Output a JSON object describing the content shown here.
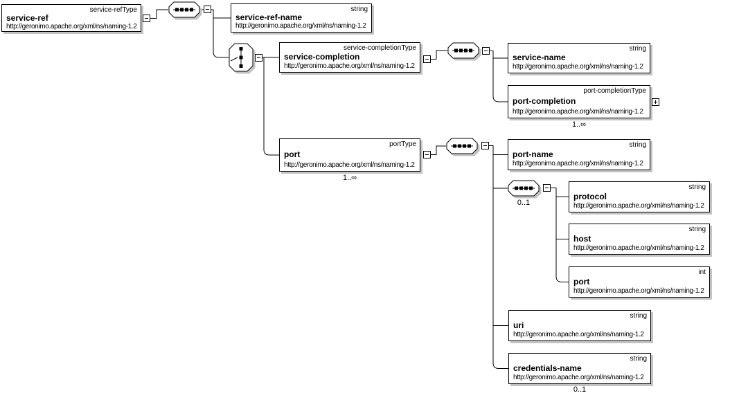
{
  "nodes": {
    "service_ref": {
      "name": "service-ref",
      "type": "service-refType",
      "ns": "http://geronimo.apache.org/xml/ns/naming-1.2"
    },
    "service_ref_name": {
      "name": "service-ref-name",
      "type": "string",
      "ns": "http://geronimo.apache.org/xml/ns/naming-1.2"
    },
    "service_completion": {
      "name": "service-completion",
      "type": "service-completionType",
      "ns": "http://geronimo.apache.org/xml/ns/naming-1.2"
    },
    "service_name": {
      "name": "service-name",
      "type": "string",
      "ns": "http://geronimo.apache.org/xml/ns/naming-1.2"
    },
    "port_completion": {
      "name": "port-completion",
      "type": "port-completionType",
      "ns": "http://geronimo.apache.org/xml/ns/naming-1.2",
      "occurrence": "1..∞"
    },
    "port": {
      "name": "port",
      "type": "portType",
      "ns": "http://geronimo.apache.org/xml/ns/naming-1.2",
      "occurrence": "1..∞"
    },
    "port_name": {
      "name": "port-name",
      "type": "string",
      "ns": "http://geronimo.apache.org/xml/ns/naming-1.2"
    },
    "protocol": {
      "name": "protocol",
      "type": "string",
      "ns": "http://geronimo.apache.org/xml/ns/naming-1.2"
    },
    "host": {
      "name": "host",
      "type": "string",
      "ns": "http://geronimo.apache.org/xml/ns/naming-1.2"
    },
    "port_number": {
      "name": "port",
      "type": "int",
      "ns": "http://geronimo.apache.org/xml/ns/naming-1.2"
    },
    "uri": {
      "name": "uri",
      "type": "string",
      "ns": "http://geronimo.apache.org/xml/ns/naming-1.2"
    },
    "credentials_name": {
      "name": "credentials-name",
      "type": "string",
      "ns": "http://geronimo.apache.org/xml/ns/naming-1.2",
      "occurrence": "0..1"
    }
  },
  "groups": {
    "inner_sequence": {
      "occurrence": "0..1"
    }
  },
  "colors": {
    "line": "#000000",
    "shadow": "#c3c3c3",
    "box_fill": "#ffffff"
  }
}
